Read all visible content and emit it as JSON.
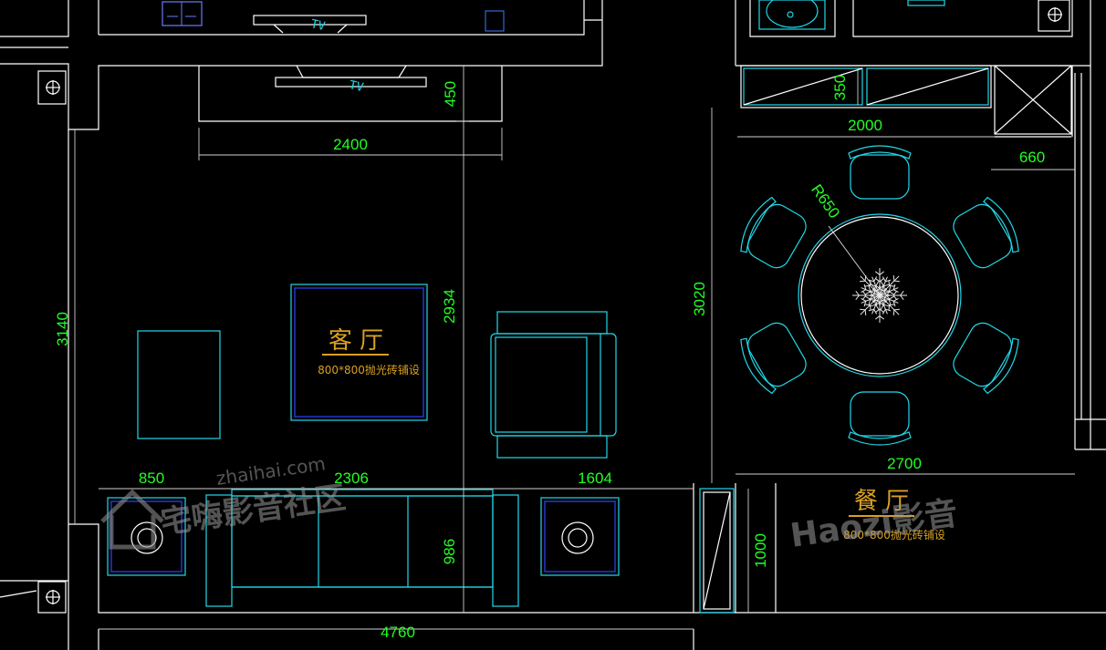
{
  "rooms": {
    "living": {
      "name": "客 厅",
      "floor_spec": "800*800抛光砖铺设"
    },
    "dining": {
      "name": "餐 厅",
      "floor_spec": "800*800抛光砖铺设"
    }
  },
  "tv_labels": [
    "TV",
    "TV"
  ],
  "dimensions": {
    "tv_depth": "450",
    "tv_width": "2400",
    "living_height": "3140",
    "living_depth": "2934",
    "cabinet_depth": "350",
    "cabinet_width": "2000",
    "fridge_width": "660",
    "table_radius": "R650",
    "dining_height": "3020",
    "dining_width": "2700",
    "side_table_left": "850",
    "sofa_width": "2306",
    "sofa_depth": "986",
    "side_table_right": "1604",
    "total_width": "4760",
    "shoe_cabinet": "1000"
  },
  "watermarks": {
    "site": "zhaihai.com",
    "community": "宅嗨影音社区",
    "brand": "Haozi影音"
  },
  "colors": {
    "wall": "#ffffff",
    "furniture": "#22d8e8",
    "rug": "#3044ff",
    "dimension": "#22ff22",
    "label": "#d9a020"
  }
}
